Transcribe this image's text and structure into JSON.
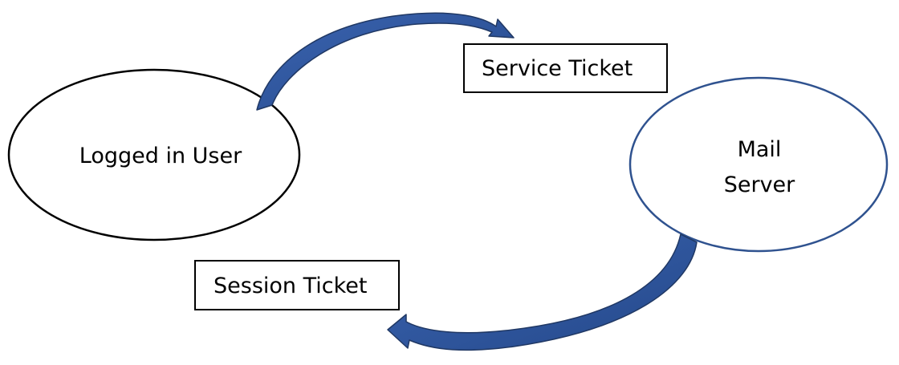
{
  "nodes": {
    "user": {
      "label": "Logged in User"
    },
    "mail": {
      "line1": "Mail",
      "line2": "Server"
    }
  },
  "boxes": {
    "service": {
      "label": "Service Ticket"
    },
    "session": {
      "label": "Session Ticket"
    }
  },
  "colors": {
    "user_stroke": "#000000",
    "mail_stroke": "#2f528f",
    "arrow_fill": "#2f5597",
    "arrow_stroke": "#203864"
  }
}
